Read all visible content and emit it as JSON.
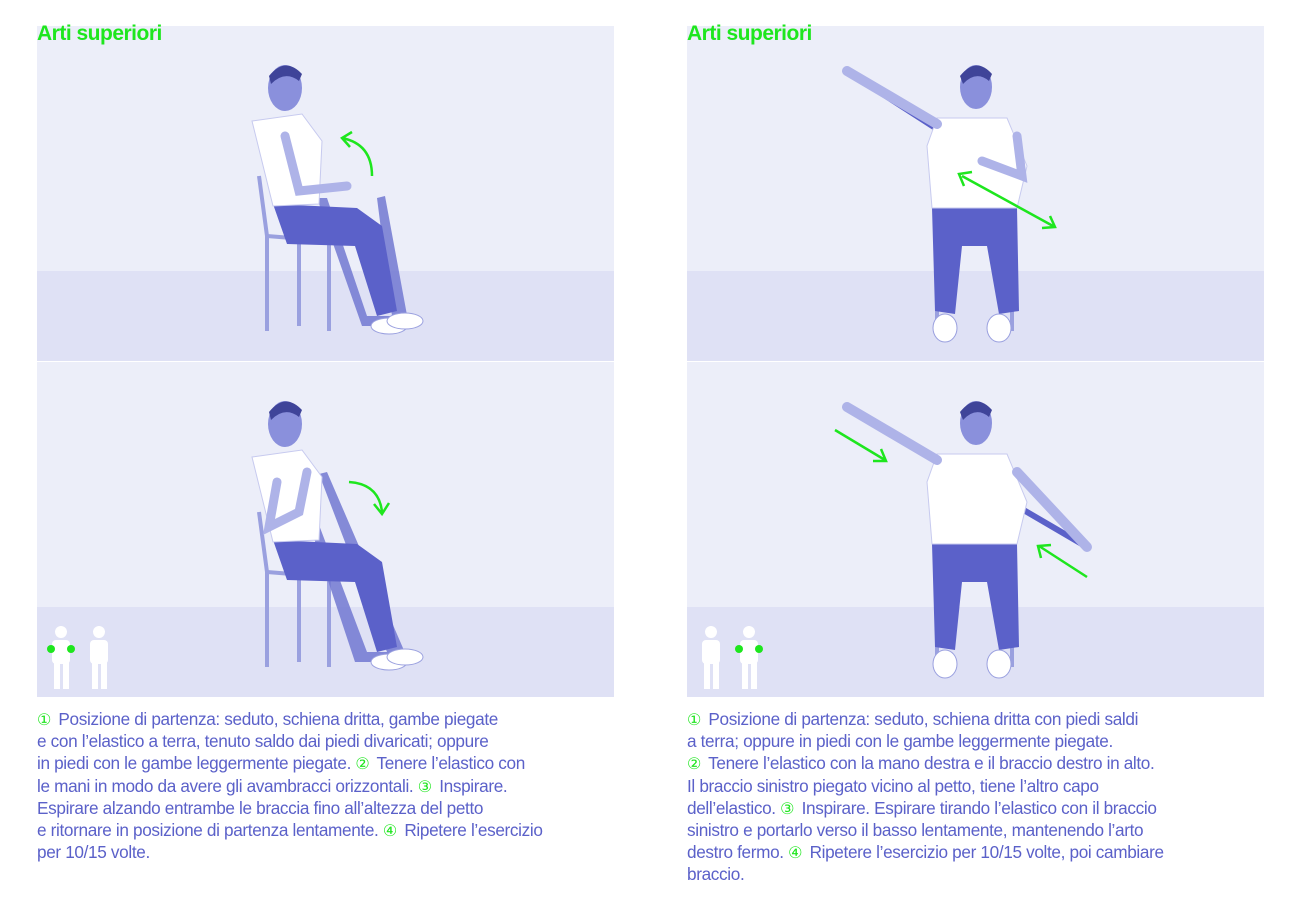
{
  "colors": {
    "accent_green": "#1ee61e",
    "text_blue": "#5b61c9",
    "photo_tint": "#7278d1",
    "photo_background": "#eceef9"
  },
  "left_panel": {
    "title": "Arti superiori",
    "photos": [
      {
        "name": "starting-position-arms-down",
        "icon": "curved-up-arrow-icon"
      },
      {
        "name": "arms-raised-to-chest",
        "icon": "curved-down-arrow-icon"
      }
    ],
    "body_icon": "body-outline-front-back-icon",
    "step_markers": [
      "①",
      "②",
      "③",
      "④"
    ],
    "description_lines": [
      [
        "①",
        " Posizione di partenza: seduto, schiena dritta, gambe piegate"
      ],
      [
        "",
        "e con l’elastico a terra, tenuto saldo dai piedi divaricati; oppure"
      ],
      [
        "",
        "in piedi con le gambe leggermente piegate. ",
        "②",
        " Tenere l’elastico con"
      ],
      [
        "",
        "le mani in modo da avere gli avambracci orizzontali. ",
        "③",
        " Inspirare."
      ],
      [
        "",
        "Espirare alzando entrambe le braccia fino all’altezza del petto"
      ],
      [
        "",
        "e ritornare in posizione di partenza lentamente. ",
        "④",
        " Ripetere l’esercizio"
      ],
      [
        "",
        "per 10/15 volte."
      ]
    ]
  },
  "right_panel": {
    "title": "Arti superiori",
    "photos": [
      {
        "name": "band-held-right-arm-up",
        "icon": "double-arrow-diagonal-icon"
      },
      {
        "name": "left-arm-pulled-down",
        "icon": "straight-arrow-icon"
      }
    ],
    "body_icon": "body-outline-front-back-icon",
    "description_lines": [
      [
        "①",
        " Posizione di partenza: seduto, schiena dritta con piedi saldi"
      ],
      [
        "",
        "a terra; oppure in piedi con le gambe leggermente piegate."
      ],
      [
        "②",
        " Tenere l’elastico con la mano destra e il braccio destro in alto."
      ],
      [
        "",
        "Il braccio sinistro piegato vicino al petto, tiene l’altro capo"
      ],
      [
        "",
        "dell’elastico. ",
        "③",
        " Inspirare. Espirare tirando l’elastico con il braccio"
      ],
      [
        "",
        "sinistro e portarlo verso il basso lentamente, mantenendo l’arto"
      ],
      [
        "",
        "destro fermo. ",
        "④",
        " Ripetere l’esercizio per 10/15 volte, poi cambiare"
      ],
      [
        "",
        "braccio."
      ]
    ]
  }
}
